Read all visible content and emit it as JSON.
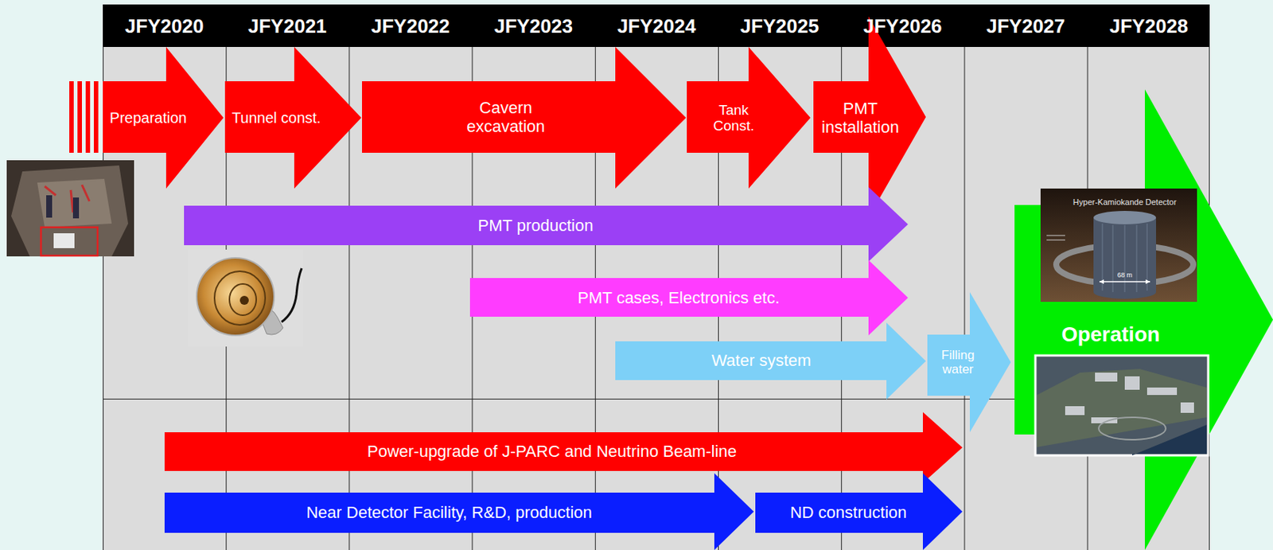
{
  "diagram": {
    "nodes": [
      {
        "text": [
          "Preparation"
        ]
      },
      {
        "text": [
          "Tunnel const."
        ]
      },
      {
        "text": [
          "Cavern excavation"
        ]
      },
      {
        "text": [
          "Tank Const."
        ]
      },
      {
        "text": [
          "PMT installation"
        ]
      },
      {
        "text": [
          "PMT production"
        ]
      },
      {
        "text": [
          "PMT cases, Electronics etc."
        ]
      },
      {
        "text": [
          "Water system"
        ]
      },
      {
        "text": [
          "Filling water"
        ]
      },
      {
        "text": [
          "Operation"
        ]
      },
      {
        "text": [
          "Power-upgrade of J-PARC and Neutrino Beam-line"
        ]
      },
      {
        "text": [
          "Near Detector Facility, R&D, production"
        ]
      },
      {
        "text": [
          "ND construction"
        ]
      }
    ],
    "labels": [
      "JFY2020",
      "JFY2021",
      "JFY2022",
      "JFY2023",
      "JFY2024",
      "JFY2025",
      "JFY2026",
      "JFY2027",
      "JFY2028",
      "Hyper-Kamiokande Detector",
      "68 m"
    ]
  }
}
